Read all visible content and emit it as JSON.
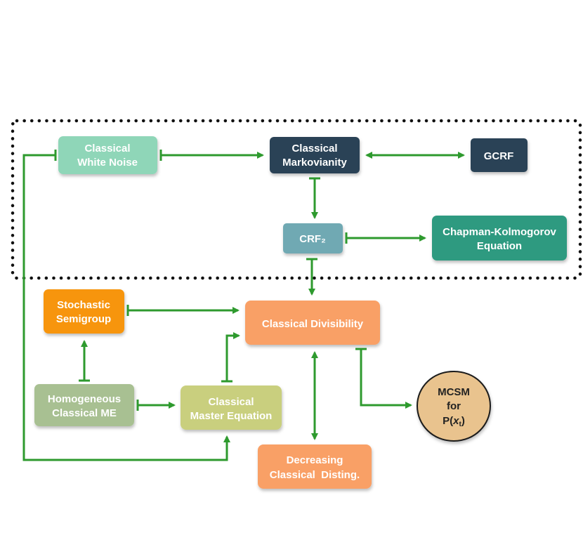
{
  "nodes": {
    "white_noise": {
      "line1": "Classical",
      "line2": "White Noise",
      "color": "#8fd6b8"
    },
    "markovianity": {
      "line1": "Classical",
      "line2": "Markovianity",
      "color": "#2c4356"
    },
    "gcrf": {
      "label": "GCRF",
      "color": "#2c4356"
    },
    "crf2": {
      "label": "CRF₂",
      "color": "#6fa9b3"
    },
    "chapman": {
      "line1": "Chapman-Kolmogorov",
      "line2": "Equation",
      "color": "#2f9a80"
    },
    "stochastic": {
      "line1": "Stochastic",
      "line2": "Semigroup",
      "color": "#f7950f"
    },
    "divisibility": {
      "label": "Classical Divisibility",
      "color": "#f9a066"
    },
    "homogeneous": {
      "line1": "Homogeneous",
      "line2": "Classical ME",
      "color": "#a8c092"
    },
    "master_eq": {
      "line1": "Classical",
      "line2": "Master Equation",
      "color": "#c9cf7e"
    },
    "decreasing": {
      "line1": "Decreasing",
      "line2": "Classical  Disting.",
      "color": "#f9a066"
    },
    "mcsm": {
      "line1": "MCSM",
      "line2": "for",
      "line3_prefix": "P(",
      "line3_var": "x",
      "line3_sub": "t",
      "line3_suffix": ")",
      "color": "#e9c38e"
    }
  },
  "colors": {
    "edge": "#2e9a2e",
    "frame": "#111111"
  }
}
